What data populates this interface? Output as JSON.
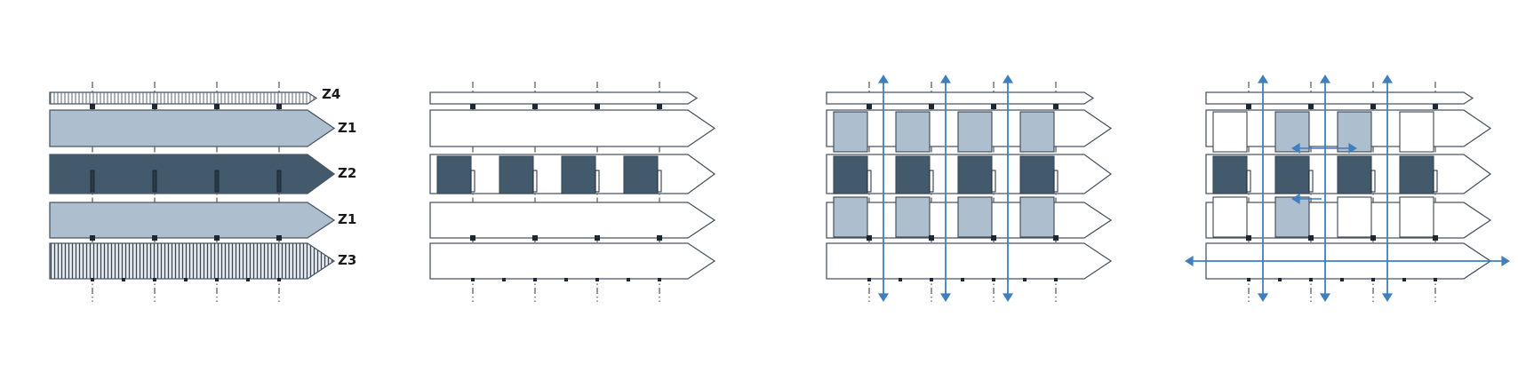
{
  "diagram": {
    "zone_labels": [
      "Z4",
      "Z1",
      "Z2",
      "Z1",
      "Z3"
    ],
    "panels": [
      {
        "key": "zones-panel",
        "cells": {
          "row1": [],
          "row2": [],
          "row3": []
        },
        "arrows": []
      },
      {
        "key": "core-blocks-panel",
        "cells": {
          "row1": [],
          "row2": [
            "dark",
            "dark",
            "dark",
            "dark"
          ],
          "row3": []
        },
        "arrows": []
      },
      {
        "key": "vertical-circulation-panel",
        "cells": {
          "row1": [
            "light",
            "light",
            "light",
            "light"
          ],
          "row2": [
            "dark",
            "dark",
            "dark",
            "dark"
          ],
          "row3": [
            "light",
            "light",
            "light",
            "light"
          ]
        },
        "arrows": [
          "v0",
          "v1",
          "v2"
        ]
      },
      {
        "key": "mixed-circulation-panel",
        "cells": {
          "row1": [
            "empty",
            "light",
            "light",
            "empty"
          ],
          "row2": [
            "dark",
            "dark",
            "dark",
            "dark"
          ],
          "row3": [
            "empty",
            "light",
            "empty",
            "empty"
          ]
        },
        "arrows": [
          "v0",
          "v1",
          "v2",
          "h-long",
          "h-short-double",
          "h-short-left"
        ]
      }
    ]
  },
  "colors": {
    "light_fill": "#adbfcf",
    "dark_fill": "#435a6c",
    "outline": "#4a5663",
    "arrow": "#3f7fbf",
    "grid_line": "#333333"
  }
}
